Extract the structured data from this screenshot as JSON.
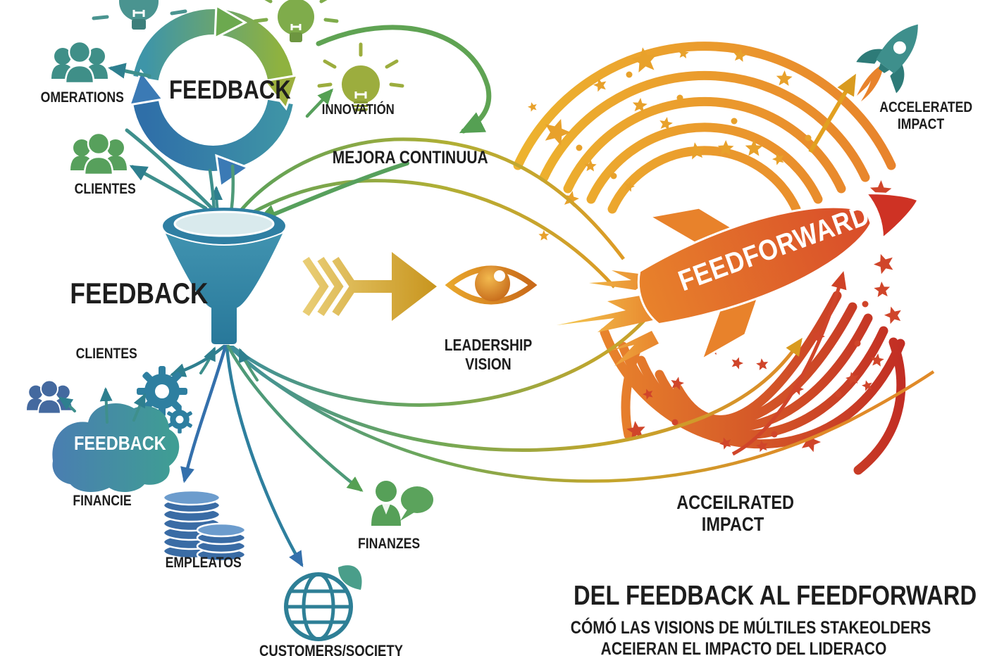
{
  "colors": {
    "teal": "#3E8F8C",
    "green": "#57A05C",
    "olive": "#9CAD3E",
    "blue": "#3B7AB5",
    "funnel_blue": "#2F7FA3",
    "gold": "#E2A41F",
    "orange": "#E8832C",
    "red_orange": "#D0452A",
    "deep_red": "#C22E24",
    "cloud_blue": "#4A7DB2",
    "ink": "#1D1D1D"
  },
  "cycle": {
    "label": "FEEDBACK"
  },
  "sources": {
    "operations_label": "OMERATIONS",
    "clientes_top_label": "CLIENTES",
    "innovation_label": "INNOVATIÓN",
    "mejora_label": "MEJORA CONTINUUA"
  },
  "funnel": {
    "label": "FEEDBACK",
    "clientes_label": "CLIENTES"
  },
  "cloud": {
    "label": "FEEDBACK",
    "financie_label": "FINANCIE"
  },
  "outputs": {
    "empleatos_label": "EMPLEATOS",
    "customers_label": "CUSTOMERS/SOCIETY",
    "finanzes_label": "FINANZES"
  },
  "leadership": {
    "line1": "LEADERSHIP",
    "line2": "VISION"
  },
  "rocket": {
    "label": "FEEDFORWARD"
  },
  "accelerated": {
    "line1": "ACCELERATED",
    "line2": "IMPACT"
  },
  "impact": {
    "line1": "ACCEILRATED",
    "line2": "IMPACT"
  },
  "title_block": {
    "headline": "DEL FEEDBACK AL FEEDFORWARD",
    "subline1": "CÓMÓ LAS VISIONS DE MÚLTILES STAKEOLDERS",
    "subline2": "ACEIERAN EL IMPACTO DEL LIDERACO"
  },
  "icons": {
    "cycle-arrows-icon": "circular feedback loop arrows",
    "lightbulb-icon": "idea lightbulb",
    "people-group-icon": "three person group",
    "funnel-icon": "collection funnel",
    "gear-icon": "process gears",
    "cloud-icon": "feedback cloud",
    "coins-icon": "coin stacks",
    "globe-leaf-icon": "globe with leaf",
    "person-chat-icon": "person with speech bubble",
    "fast-forward-arrow-icon": "triple chevron arrow",
    "eye-icon": "vision eye",
    "rocket-icon": "feedforward rocket",
    "small-rocket-icon": "accelerating rocket",
    "star-icon": "celebration stars"
  }
}
